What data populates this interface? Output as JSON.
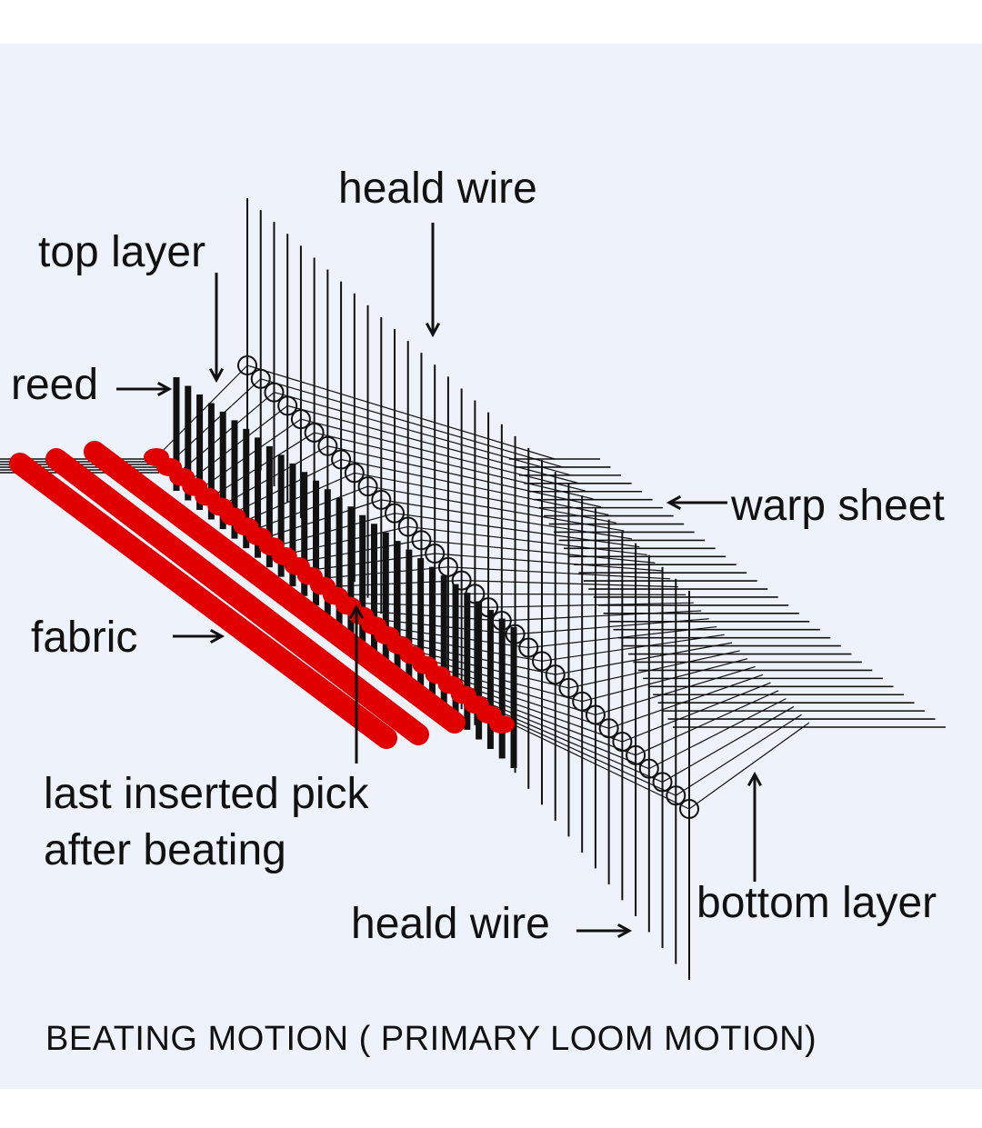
{
  "labels": {
    "heald_wire_top": "heald wire",
    "top_layer": "top layer",
    "reed": "reed",
    "warp_sheet": "warp sheet",
    "fabric": "fabric",
    "last_pick_line1": "last inserted pick",
    "last_pick_line2": "after beating",
    "bottom_layer": "bottom layer",
    "heald_wire_bottom": "heald wire"
  },
  "caption": "BEATING MOTION ( PRIMARY LOOM MOTION)",
  "colors": {
    "background": "#eef3fb",
    "page": "#ffffff",
    "line": "#111111",
    "pick": "#e00000"
  }
}
